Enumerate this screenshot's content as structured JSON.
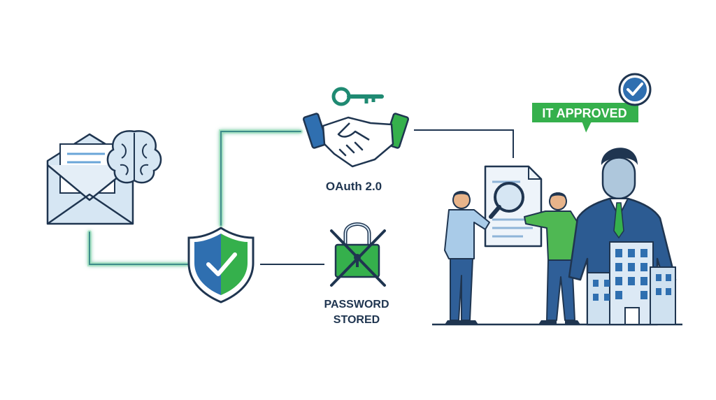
{
  "labels": {
    "oauth": "OAuth 2.0",
    "password_line1": "PASSWORD",
    "password_line2": "STORED",
    "badge": "IT APPROVED"
  },
  "colors": {
    "outline": "#1f3550",
    "blue": "#2f6fb0",
    "light_blue": "#d6e6f3",
    "green": "#35b04c",
    "glow": "#7fd8a8",
    "skin": "#e8b48a"
  },
  "icons": [
    "email-icon",
    "brain-icon",
    "shield-check-icon",
    "key-icon",
    "handshake-icon",
    "padlock-crossed-icon",
    "document-icon",
    "magnifier-icon",
    "check-badge-icon",
    "building-icon"
  ]
}
